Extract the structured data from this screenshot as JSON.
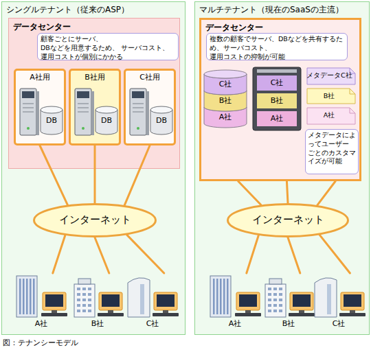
{
  "diagram": {
    "caption": "図：テナンシーモデル",
    "nodes": [
      {
        "text": [
          "シングルテナント（従来のASP）"
        ]
      },
      {
        "text": [
          "データセンター"
        ],
        "in": 0
      },
      {
        "text": [
          "顧客ごとにサーバ、DBなどを用意するため、 サーバコスト、運用コストが個別にかかる"
        ],
        "in": 1
      },
      {
        "text": [
          "A社用"
        ],
        "in": 1
      },
      {
        "text": [
          "DB"
        ],
        "in": 3
      },
      {
        "text": [
          "B社用"
        ],
        "in": 1
      },
      {
        "text": [
          "DB"
        ],
        "in": 5
      },
      {
        "text": [
          "C社用"
        ],
        "in": 1
      },
      {
        "text": [
          "DB"
        ],
        "in": 7
      },
      {
        "text": [
          "インターネット"
        ],
        "in": 0
      },
      {
        "text": [
          "A社"
        ],
        "in": 0
      },
      {
        "text": [
          "B社"
        ],
        "in": 0
      },
      {
        "text": [
          "C社"
        ],
        "in": 0
      },
      {
        "text": [
          "マルチテナント（現在のSaaSの主流）"
        ]
      },
      {
        "text": [
          "データセンター"
        ],
        "in": 13
      },
      {
        "text": [
          "複数の顧客でサーバ、DBなどを共有するた め、サーバコスト、運用コストの抑制が可能"
        ],
        "in": 14
      },
      {
        "text": [
          "C社",
          "B社",
          "A社"
        ],
        "in": 14
      },
      {
        "text": [
          "C社",
          "B社",
          "A社"
        ],
        "in": 14
      },
      {
        "text": [
          "メタデータC社"
        ],
        "in": 14
      },
      {
        "text": [
          "B社"
        ],
        "in": 14
      },
      {
        "text": [
          "A社"
        ],
        "in": 14
      },
      {
        "text": [
          "メタデータによ ってユーザー ごとのカスタマ イズが可能"
        ],
        "in": 14
      },
      {
        "text": [
          "インターネット"
        ],
        "in": 13
      },
      {
        "text": [
          "A社"
        ],
        "in": 13
      },
      {
        "text": [
          "B社"
        ],
        "in": 13
      },
      {
        "text": [
          "C社"
        ],
        "in": 13
      }
    ],
    "edges": [
      {
        "from": 3,
        "to": 9,
        "arrow": "none"
      },
      {
        "from": 5,
        "to": 9,
        "arrow": "none"
      },
      {
        "from": 7,
        "to": 9,
        "arrow": "none"
      },
      {
        "from": 9,
        "to": 10,
        "arrow": "none"
      },
      {
        "from": 9,
        "to": 11,
        "arrow": "none"
      },
      {
        "from": 9,
        "to": 12,
        "arrow": "none"
      },
      {
        "from": 14,
        "to": 22,
        "arrow": "none"
      },
      {
        "from": 14,
        "to": 22,
        "arrow": "none"
      },
      {
        "from": 14,
        "to": 22,
        "arrow": "none"
      },
      {
        "from": 22,
        "to": 23,
        "arrow": "none"
      },
      {
        "from": 22,
        "to": 24,
        "arrow": "none"
      },
      {
        "from": 22,
        "to": 25,
        "arrow": "none"
      }
    ]
  }
}
